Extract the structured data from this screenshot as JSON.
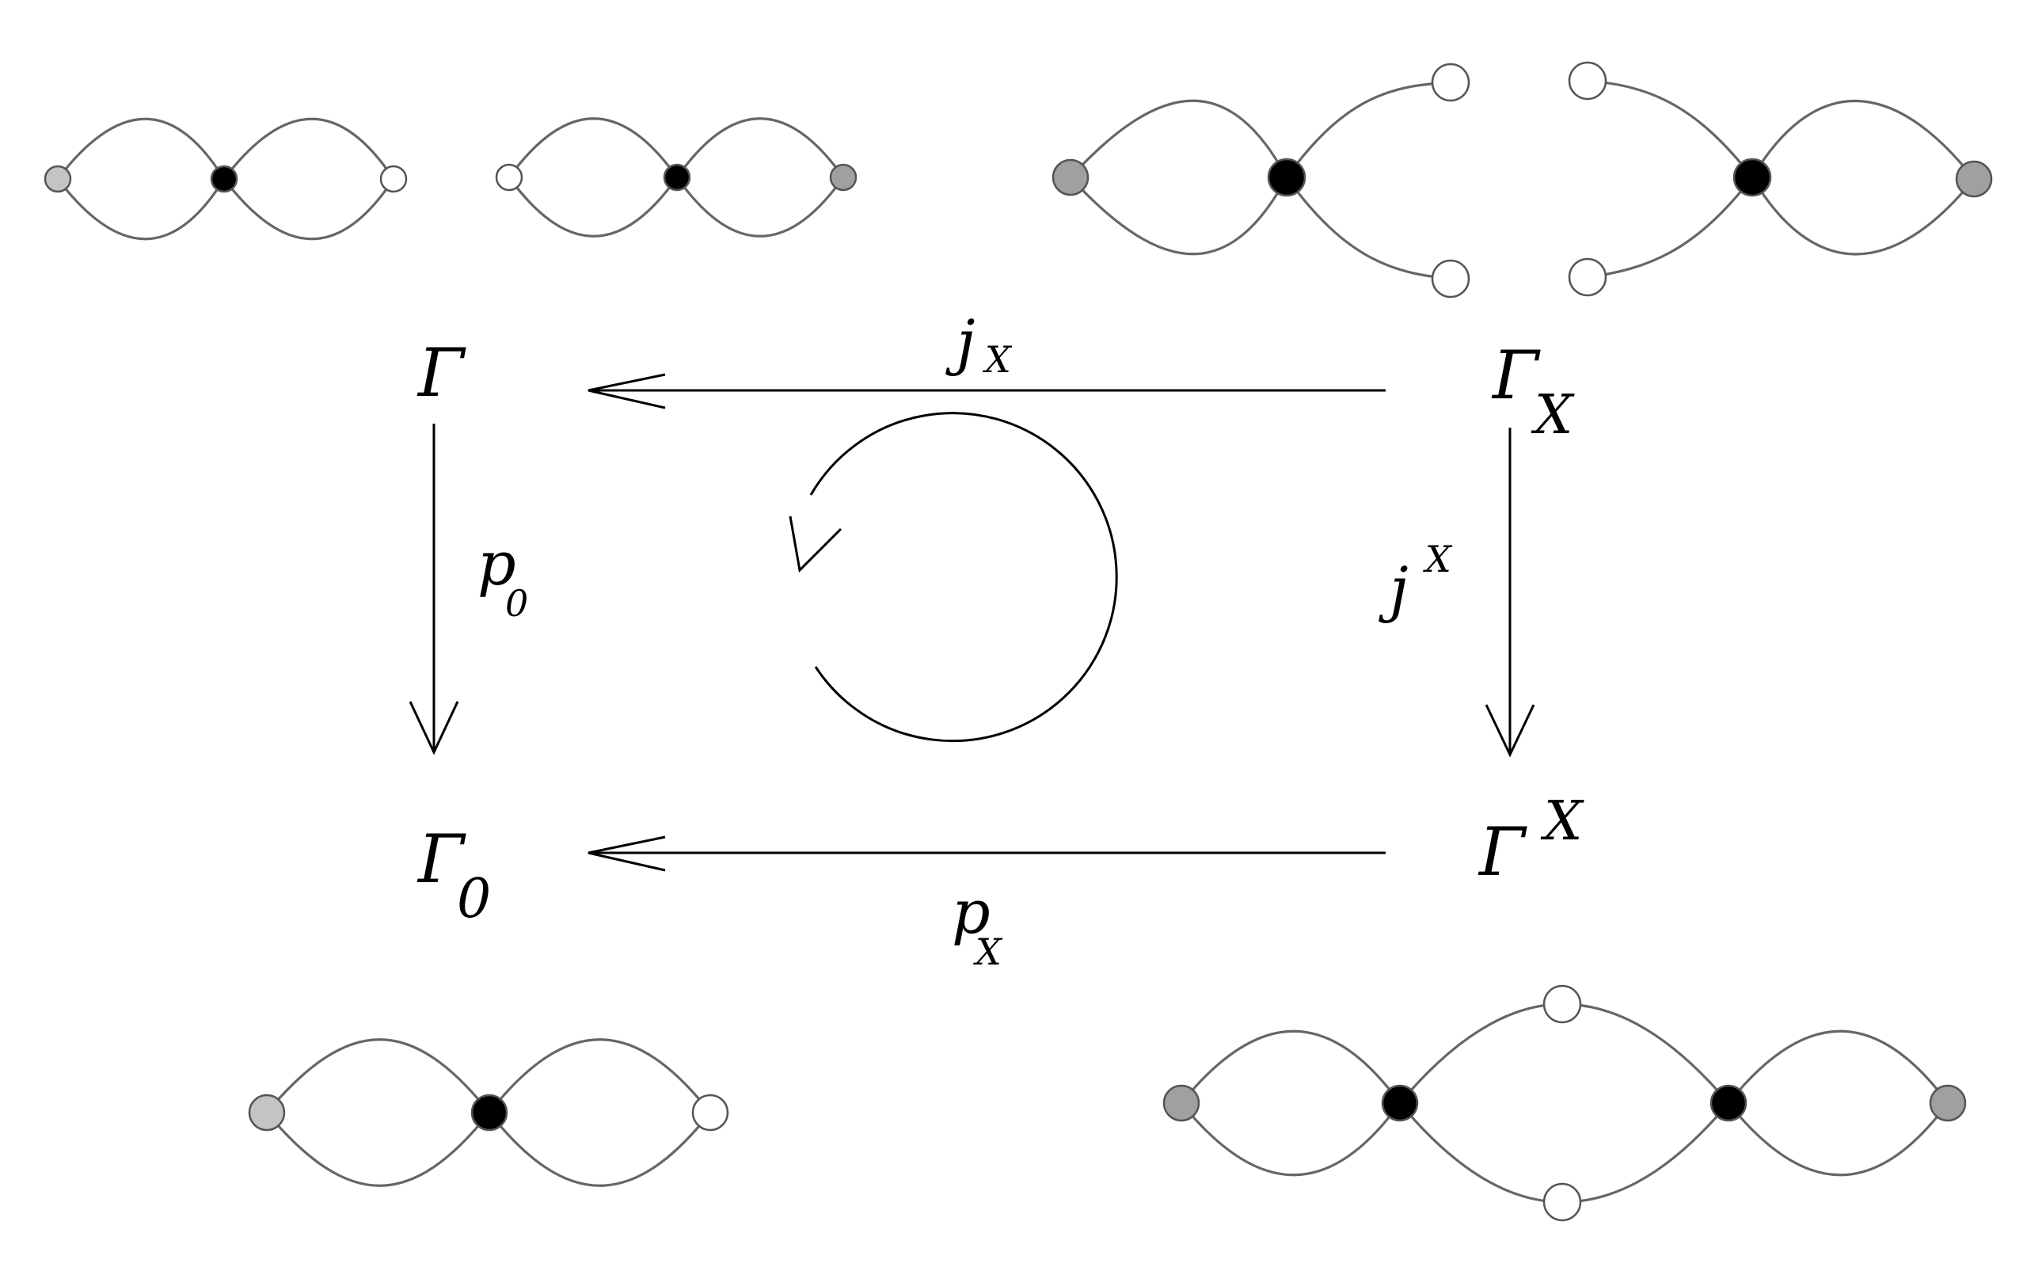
{
  "labels": {
    "gamma": "Γ",
    "gamma_x_base": "Γ",
    "gamma_x_sub": "X",
    "gamma_0_base": "Γ",
    "gamma_0_sub": "0",
    "gamma_upper_x_base": "Γ",
    "gamma_upper_x_sup": "X",
    "j_x_base": "j",
    "j_x_sub": "X",
    "j_upper_x_base": "j",
    "j_upper_x_sup": "X",
    "p_0_base": "p",
    "p_0_sub": "0",
    "p_x_base": "p",
    "p_x_sub": "X"
  },
  "colors": {
    "black_vertex": "#000000",
    "gray_vertex": "#a0a0a0",
    "light_gray_vertex": "#c4c4c4",
    "white_vertex": "#ffffff",
    "edge": "#666666",
    "arrow": "#000000"
  },
  "graphs": [
    {
      "id": "gamma-variant-1",
      "vertices": [
        "light_gray_vertex",
        "black_vertex",
        "white_vertex"
      ]
    },
    {
      "id": "gamma-variant-2",
      "vertices": [
        "white_vertex",
        "black_vertex",
        "gray_vertex"
      ]
    },
    {
      "id": "gamma-x",
      "vertices": [
        "gray_vertex",
        "black_vertex",
        "white_vertex",
        "white_vertex",
        "white_vertex",
        "white_vertex",
        "black_vertex",
        "gray_vertex"
      ]
    },
    {
      "id": "gamma-0",
      "vertices": [
        "light_gray_vertex",
        "black_vertex",
        "white_vertex"
      ]
    },
    {
      "id": "gamma-upper-x",
      "vertices": [
        "gray_vertex",
        "black_vertex",
        "white_vertex",
        "white_vertex",
        "black_vertex",
        "gray_vertex"
      ]
    }
  ],
  "rotation_indicator": "counterclockwise"
}
